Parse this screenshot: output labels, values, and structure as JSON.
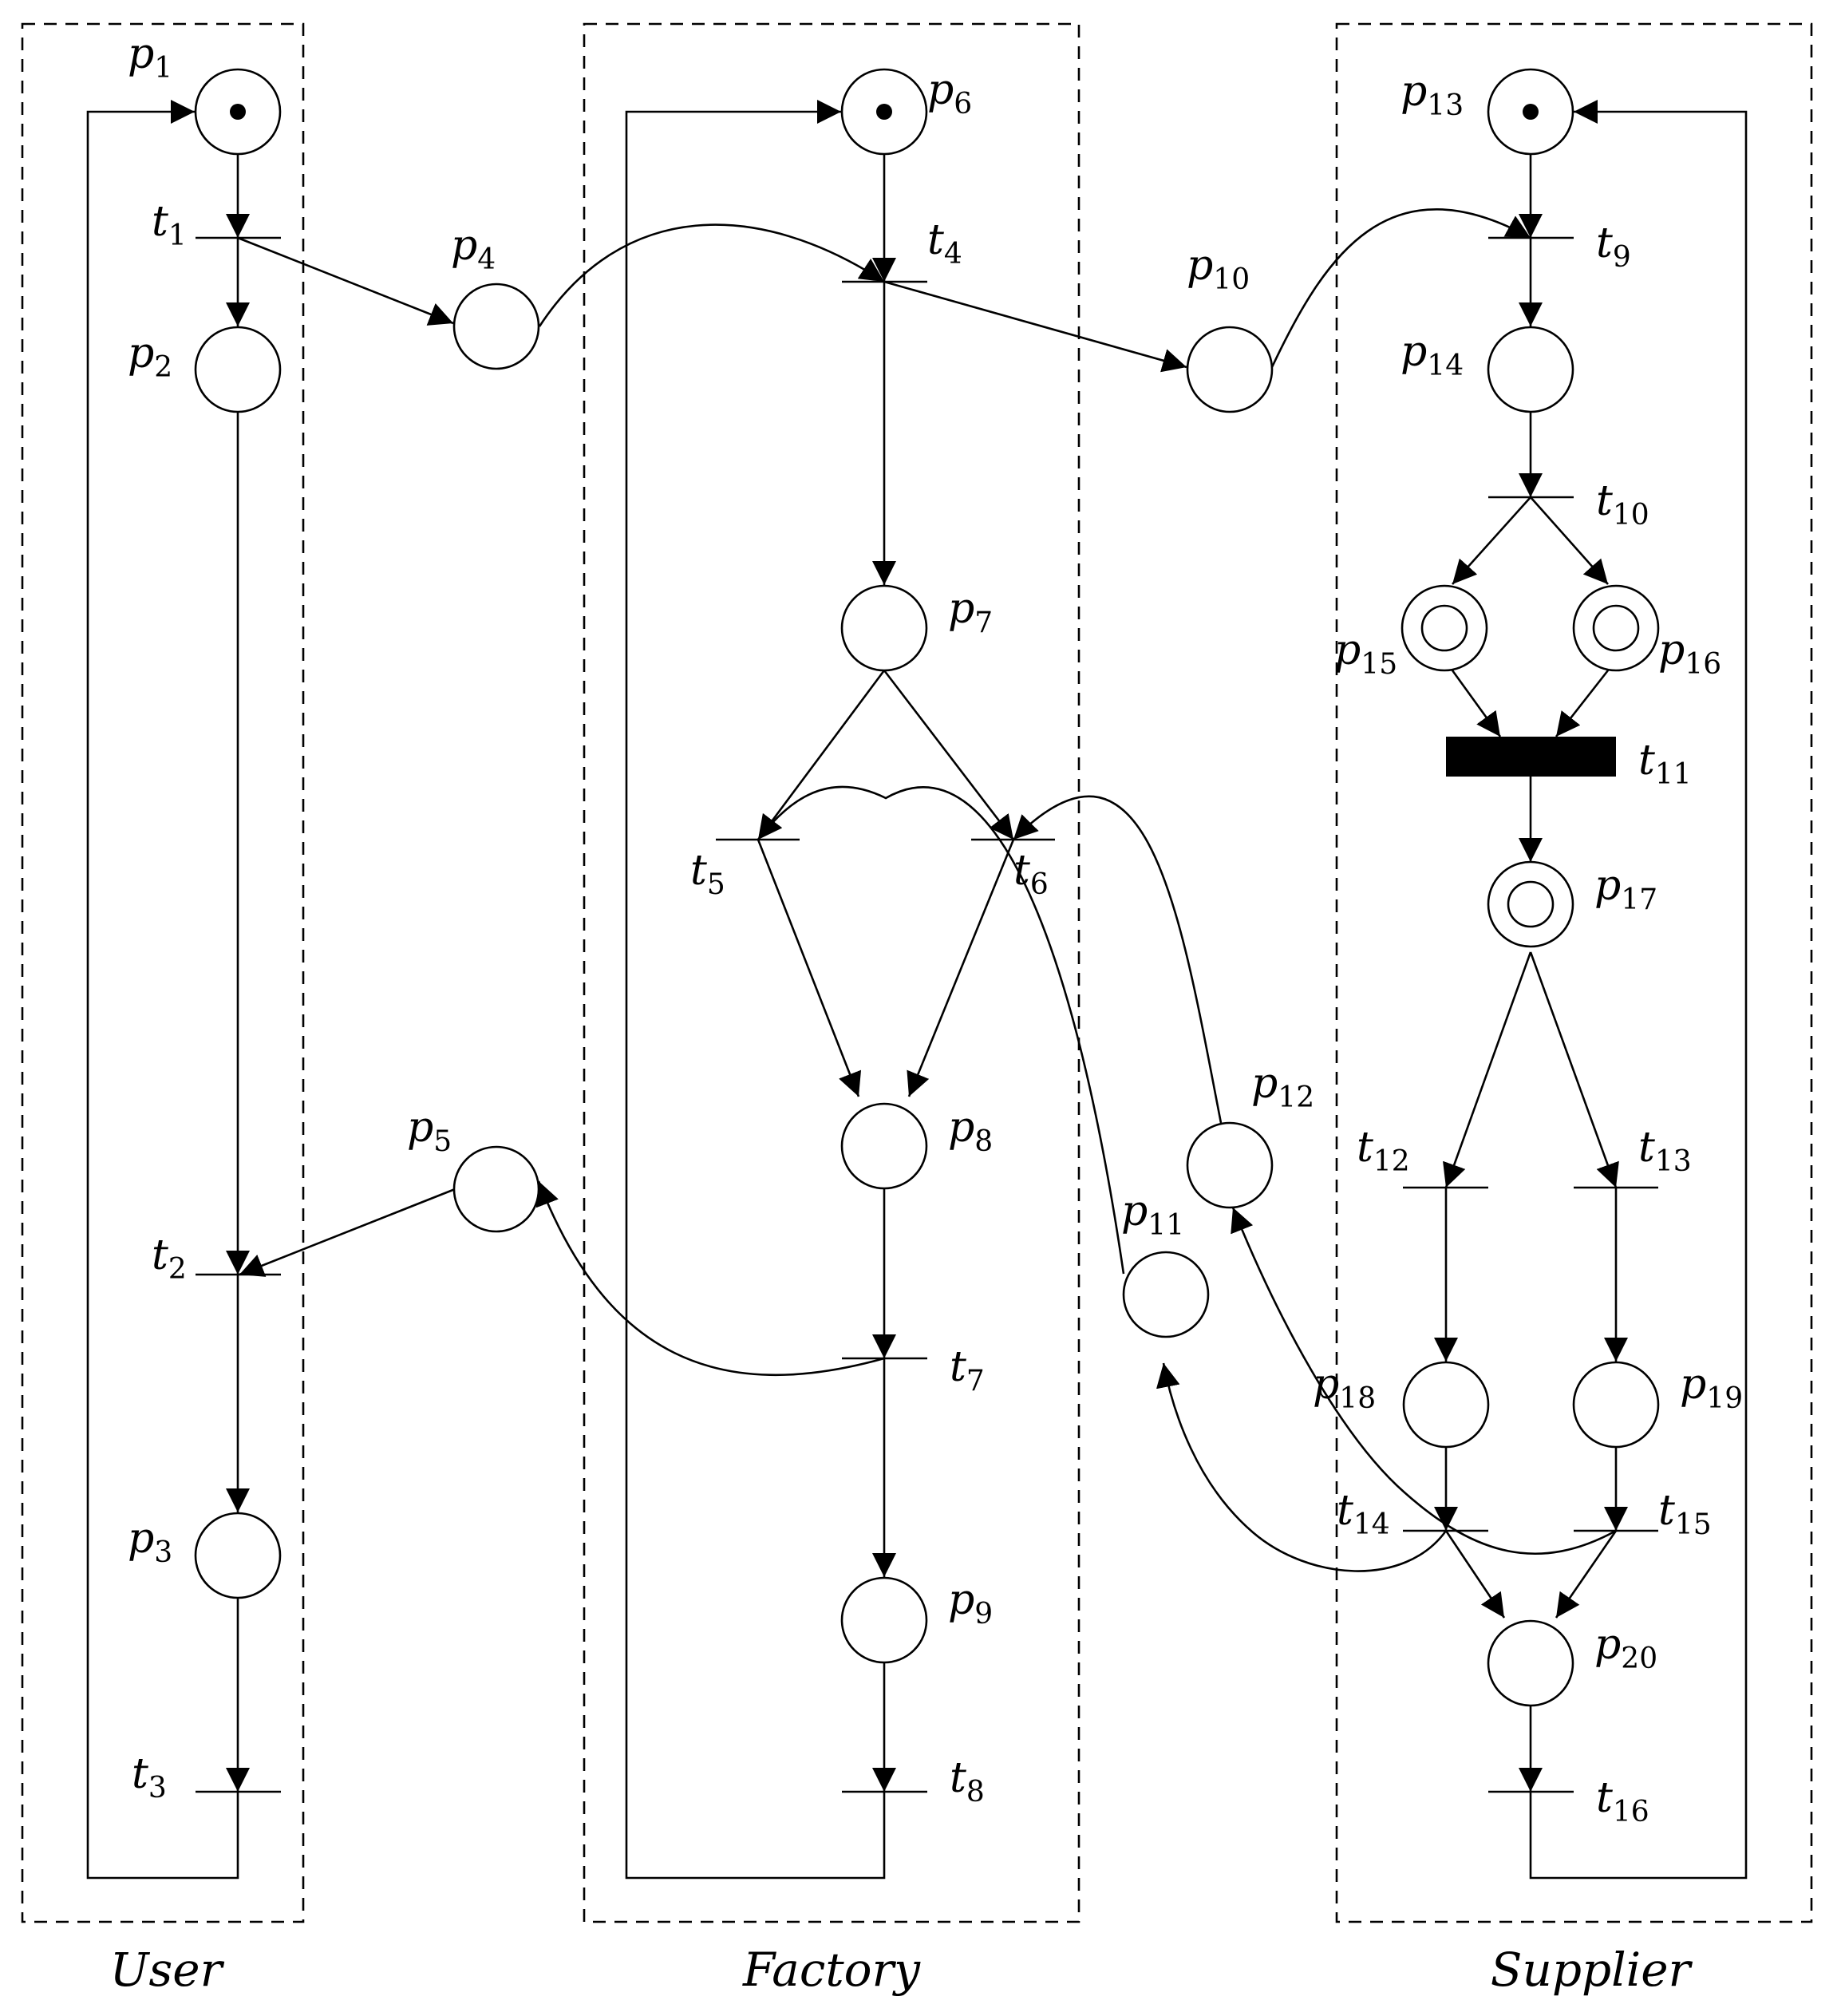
{
  "lanes": [
    {
      "id": "user",
      "caption": "User"
    },
    {
      "id": "factory",
      "caption": "Factory"
    },
    {
      "id": "supplier",
      "caption": "Supplier"
    }
  ],
  "places": [
    {
      "id": "p1",
      "base": "p",
      "sub": "1",
      "kind": "marked"
    },
    {
      "id": "p2",
      "base": "p",
      "sub": "2",
      "kind": "plain"
    },
    {
      "id": "p3",
      "base": "p",
      "sub": "3",
      "kind": "plain"
    },
    {
      "id": "p4",
      "base": "p",
      "sub": "4",
      "kind": "plain"
    },
    {
      "id": "p5",
      "base": "p",
      "sub": "5",
      "kind": "plain"
    },
    {
      "id": "p6",
      "base": "p",
      "sub": "6",
      "kind": "marked"
    },
    {
      "id": "p7",
      "base": "p",
      "sub": "7",
      "kind": "plain"
    },
    {
      "id": "p8",
      "base": "p",
      "sub": "8",
      "kind": "plain"
    },
    {
      "id": "p9",
      "base": "p",
      "sub": "9",
      "kind": "plain"
    },
    {
      "id": "p10",
      "base": "p",
      "sub": "10",
      "kind": "plain"
    },
    {
      "id": "p11",
      "base": "p",
      "sub": "11",
      "kind": "plain"
    },
    {
      "id": "p12",
      "base": "p",
      "sub": "12",
      "kind": "plain"
    },
    {
      "id": "p13",
      "base": "p",
      "sub": "13",
      "kind": "marked"
    },
    {
      "id": "p14",
      "base": "p",
      "sub": "14",
      "kind": "plain"
    },
    {
      "id": "p15",
      "base": "p",
      "sub": "15",
      "kind": "double"
    },
    {
      "id": "p16",
      "base": "p",
      "sub": "16",
      "kind": "double"
    },
    {
      "id": "p17",
      "base": "p",
      "sub": "17",
      "kind": "double"
    },
    {
      "id": "p18",
      "base": "p",
      "sub": "18",
      "kind": "plain"
    },
    {
      "id": "p19",
      "base": "p",
      "sub": "19",
      "kind": "plain"
    },
    {
      "id": "p20",
      "base": "p",
      "sub": "20",
      "kind": "plain"
    }
  ],
  "transitions": [
    {
      "id": "t1",
      "base": "t",
      "sub": "1",
      "kind": "immediate"
    },
    {
      "id": "t2",
      "base": "t",
      "sub": "2",
      "kind": "immediate"
    },
    {
      "id": "t3",
      "base": "t",
      "sub": "3",
      "kind": "immediate"
    },
    {
      "id": "t4",
      "base": "t",
      "sub": "4",
      "kind": "immediate"
    },
    {
      "id": "t5",
      "base": "t",
      "sub": "5",
      "kind": "immediate"
    },
    {
      "id": "t6",
      "base": "t",
      "sub": "6",
      "kind": "immediate"
    },
    {
      "id": "t7",
      "base": "t",
      "sub": "7",
      "kind": "immediate"
    },
    {
      "id": "t8",
      "base": "t",
      "sub": "8",
      "kind": "immediate"
    },
    {
      "id": "t9",
      "base": "t",
      "sub": "9",
      "kind": "immediate"
    },
    {
      "id": "t10",
      "base": "t",
      "sub": "10",
      "kind": "immediate"
    },
    {
      "id": "t11",
      "base": "t",
      "sub": "11",
      "kind": "timed"
    },
    {
      "id": "t12",
      "base": "t",
      "sub": "12",
      "kind": "immediate"
    },
    {
      "id": "t13",
      "base": "t",
      "sub": "13",
      "kind": "immediate"
    },
    {
      "id": "t14",
      "base": "t",
      "sub": "14",
      "kind": "immediate"
    },
    {
      "id": "t15",
      "base": "t",
      "sub": "15",
      "kind": "immediate"
    },
    {
      "id": "t16",
      "base": "t",
      "sub": "16",
      "kind": "immediate"
    }
  ],
  "arcs": [
    [
      "p1",
      "t1"
    ],
    [
      "t1",
      "p2"
    ],
    [
      "t1",
      "p4"
    ],
    [
      "p2",
      "t2"
    ],
    [
      "p5",
      "t2"
    ],
    [
      "t2",
      "p3"
    ],
    [
      "p3",
      "t3"
    ],
    [
      "t3",
      "p1"
    ],
    [
      "p6",
      "t4"
    ],
    [
      "p4",
      "t4"
    ],
    [
      "t4",
      "p7"
    ],
    [
      "t4",
      "p10"
    ],
    [
      "p7",
      "t5"
    ],
    [
      "p7",
      "t6"
    ],
    [
      "p11",
      "t5"
    ],
    [
      "p12",
      "t6"
    ],
    [
      "t5",
      "p8"
    ],
    [
      "t6",
      "p8"
    ],
    [
      "p8",
      "t7"
    ],
    [
      "t7",
      "p5"
    ],
    [
      "t7",
      "p9"
    ],
    [
      "p9",
      "t8"
    ],
    [
      "t8",
      "p6"
    ],
    [
      "p13",
      "t9"
    ],
    [
      "p10",
      "t9"
    ],
    [
      "t9",
      "p14"
    ],
    [
      "p14",
      "t10"
    ],
    [
      "t10",
      "p15"
    ],
    [
      "t10",
      "p16"
    ],
    [
      "p15",
      "t11"
    ],
    [
      "p16",
      "t11"
    ],
    [
      "t11",
      "p17"
    ],
    [
      "p17",
      "t12"
    ],
    [
      "p17",
      "t13"
    ],
    [
      "t12",
      "p18"
    ],
    [
      "t13",
      "p19"
    ],
    [
      "p18",
      "t14"
    ],
    [
      "p19",
      "t15"
    ],
    [
      "t14",
      "p11"
    ],
    [
      "t15",
      "p12"
    ],
    [
      "t14",
      "p20"
    ],
    [
      "t15",
      "p20"
    ],
    [
      "p20",
      "t16"
    ],
    [
      "t16",
      "p13"
    ]
  ]
}
